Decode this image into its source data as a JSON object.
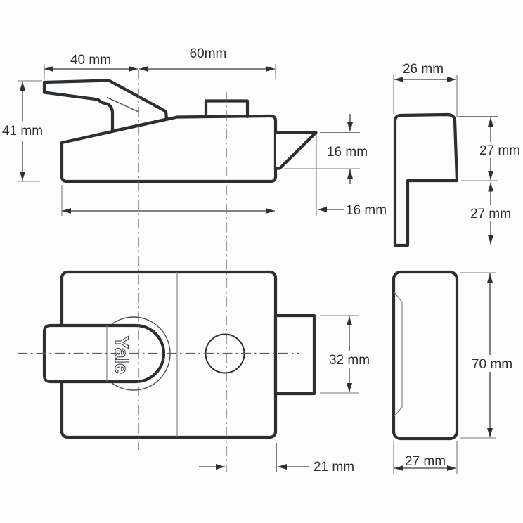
{
  "logo": {
    "text": "Yale"
  },
  "colors": {
    "outline": "#2b2f32",
    "thin_line": "#77797c",
    "centerline": "#595c60",
    "text": "#2b2e31",
    "background": "#fdfdfd"
  },
  "dims": {
    "side_front_width": "40 mm",
    "side_rear_width": "60mm",
    "side_height": "41 mm",
    "bolt_height": "16 mm",
    "bolt_projection": "16 mm",
    "keep_width": "26 mm",
    "keep_upper": "27 mm",
    "keep_lower": "27 mm",
    "front_bolt_height": "32 mm",
    "centre_to_edge": "21 mm",
    "keep_height": "70 mm",
    "keep_depth": "27 mm"
  }
}
